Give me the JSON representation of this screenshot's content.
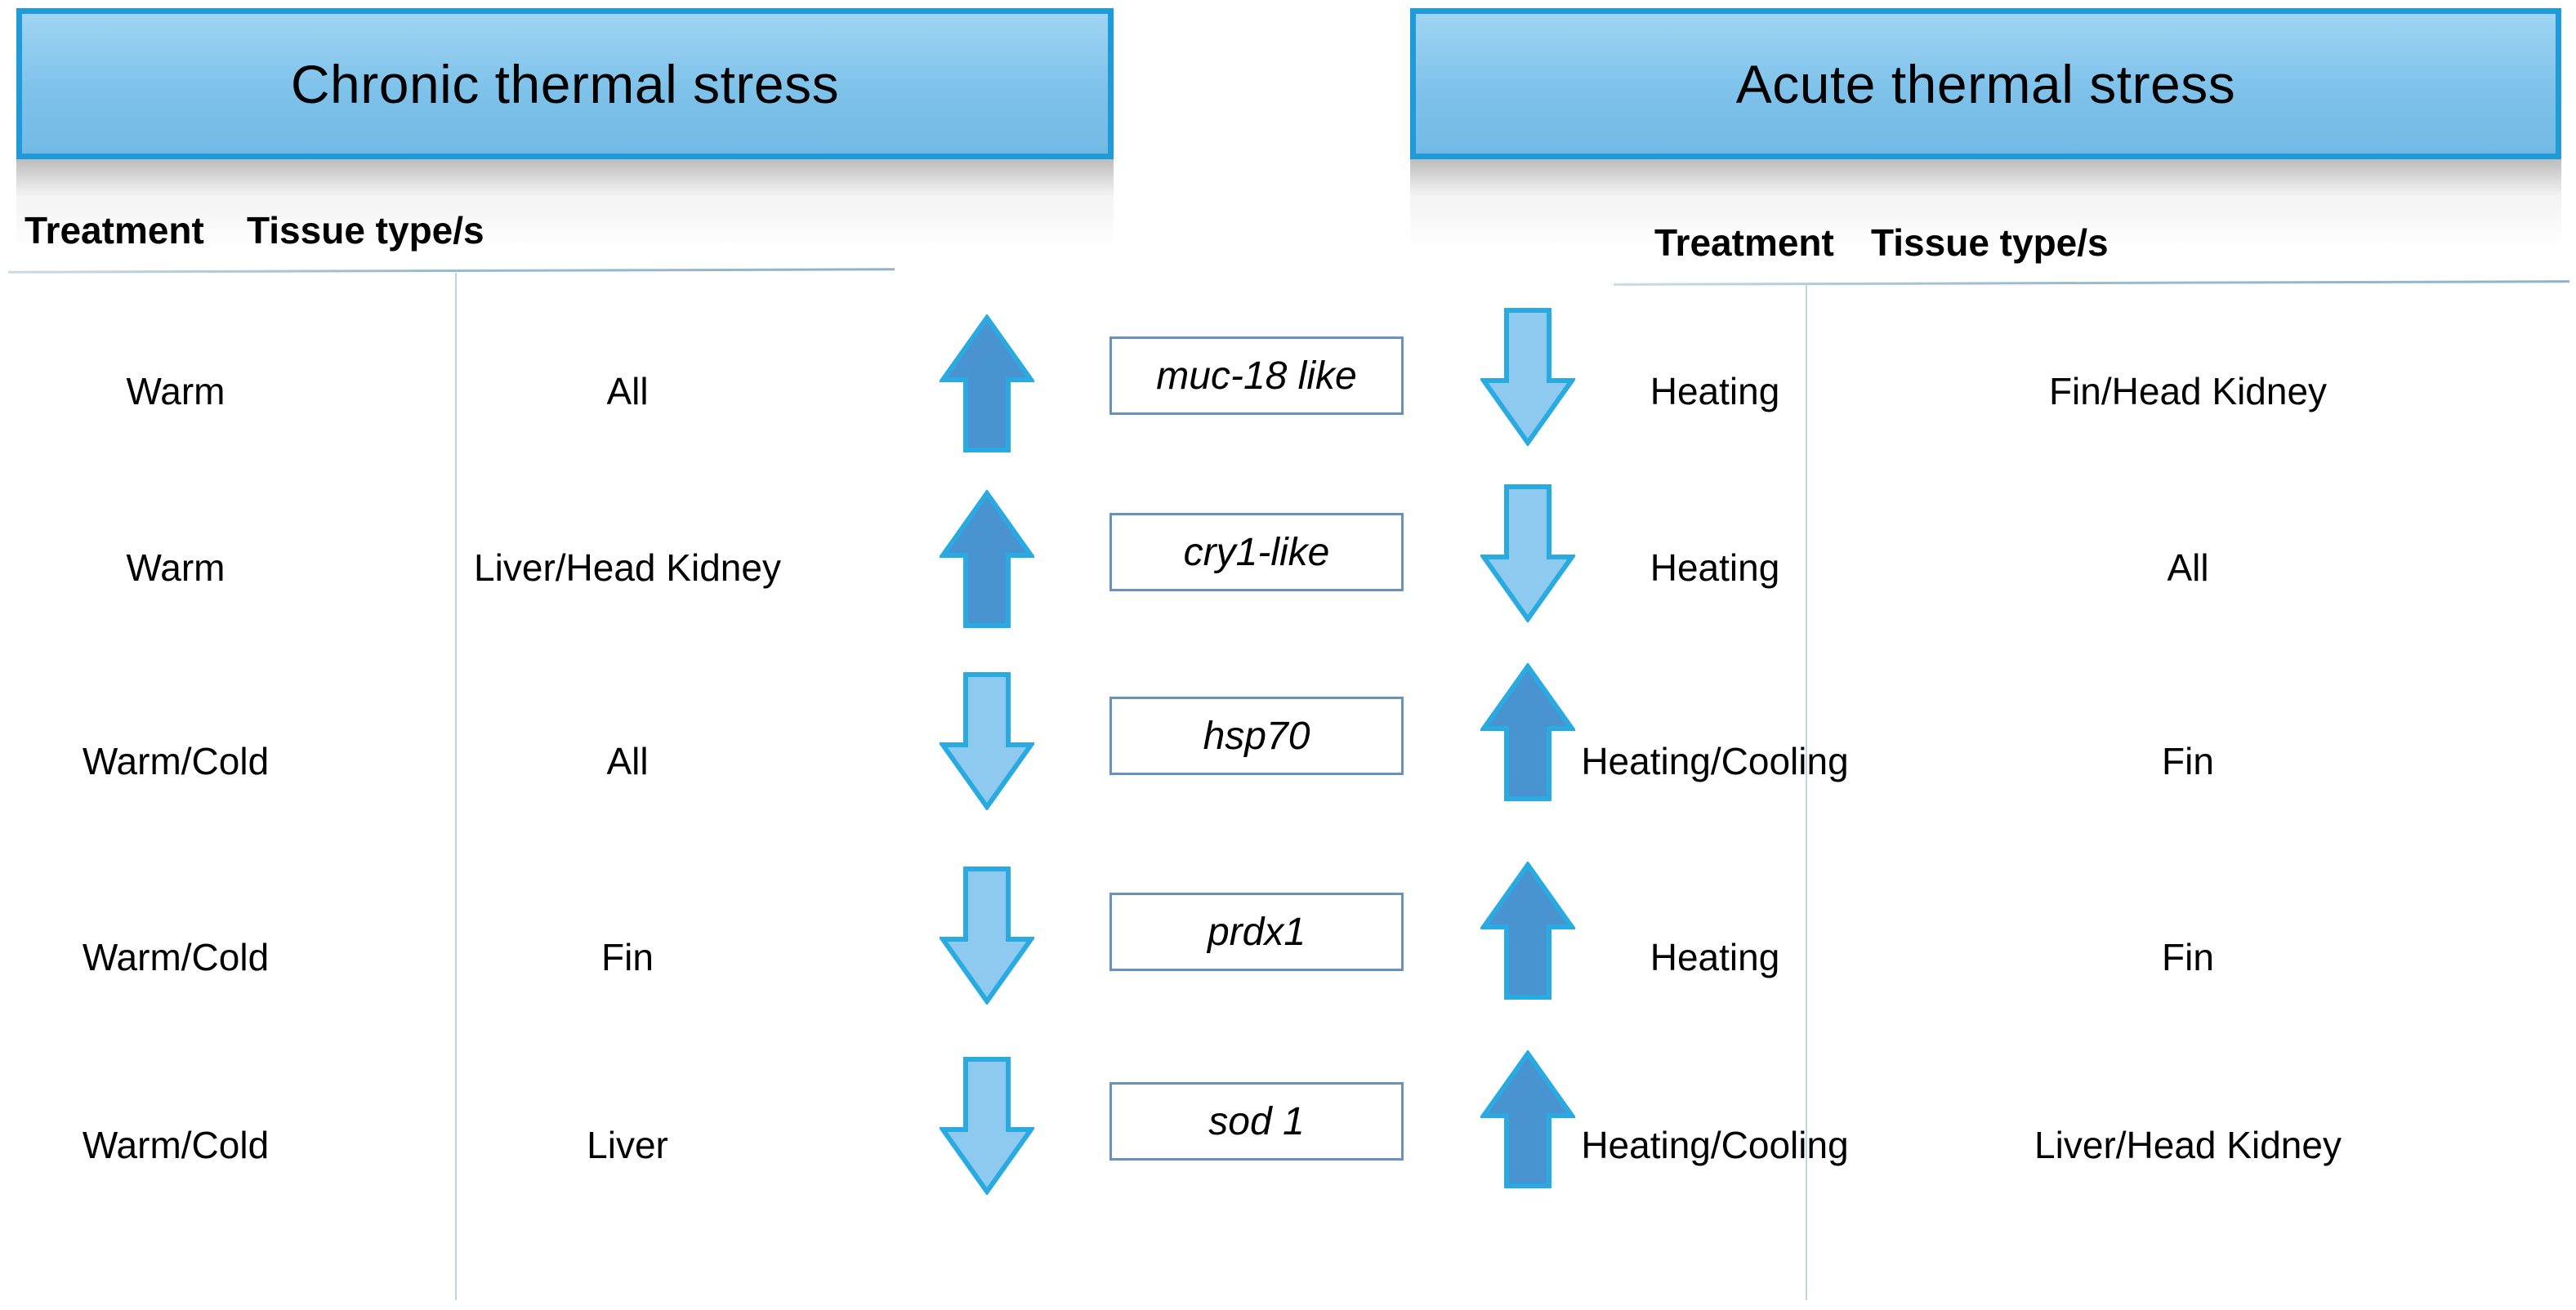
{
  "panels": {
    "left": {
      "banner_title": "Chronic thermal stress",
      "columns": [
        "Treatment",
        "Tissue type/s"
      ],
      "rows": [
        {
          "treatment": "Warm",
          "tissue": "All"
        },
        {
          "treatment": "Warm",
          "tissue": "Liver/Head Kidney"
        },
        {
          "treatment": "Warm/Cold",
          "tissue": "All"
        },
        {
          "treatment": "Warm/Cold",
          "tissue": "Fin"
        },
        {
          "treatment": "Warm/Cold",
          "tissue": "Liver"
        }
      ]
    },
    "right": {
      "banner_title": "Acute thermal stress",
      "columns": [
        "Treatment",
        "Tissue type/s"
      ],
      "rows": [
        {
          "treatment": "Heating",
          "tissue": "Fin/Head Kidney"
        },
        {
          "treatment": "Heating",
          "tissue": "All"
        },
        {
          "treatment": "Heating/Cooling",
          "tissue": "Fin"
        },
        {
          "treatment": "Heating",
          "tissue": "Fin"
        },
        {
          "treatment": "Heating/Cooling",
          "tissue": "Liver/Head Kidney"
        }
      ]
    }
  },
  "genes": [
    {
      "name": "muc-18 like",
      "left_direction": "up",
      "right_direction": "down"
    },
    {
      "name": "cry1-like",
      "left_direction": "up",
      "right_direction": "down"
    },
    {
      "name": "hsp70",
      "left_direction": "down",
      "right_direction": "up"
    },
    {
      "name": "prdx1",
      "left_direction": "down",
      "right_direction": "up"
    },
    {
      "name": "sod 1",
      "left_direction": "down",
      "right_direction": "up"
    }
  ],
  "colors": {
    "banner_fill": "#7ec2ea",
    "banner_border": "#219ad8",
    "arrow_up_fill": "#4a93d1",
    "arrow_down_fill": "#8ecaf0",
    "arrow_stroke": "#29abe2",
    "gene_box_border": "#6a91bb",
    "table_rule": "#9dbdd3"
  }
}
